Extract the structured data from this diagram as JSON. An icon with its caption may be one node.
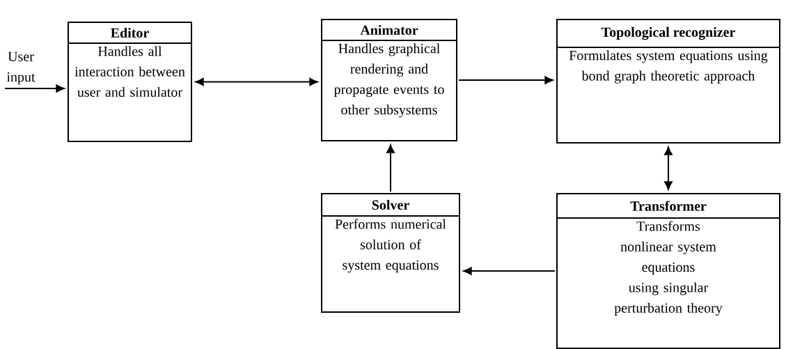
{
  "diagram": {
    "nodes": [
      {
        "text": [
          "Editor",
          "Handles all interaction between user and simulator"
        ]
      },
      {
        "text": [
          "Animator",
          "Handles graphical rendering and propagate events to other subsystems"
        ]
      },
      {
        "text": [
          "Topological recognizer",
          "Formulates system equations using bond graph theoretic approach"
        ]
      },
      {
        "text": [
          "Solver",
          "Performs numerical solution of system equations"
        ]
      },
      {
        "text": [
          "Transformer",
          "Transforms nonlinear system equations using singular perturbation theory"
        ]
      }
    ],
    "edges": [
      {
        "from": null,
        "to": 0,
        "arrow": "to",
        "label": "User input"
      },
      {
        "from": 0,
        "to": 1,
        "arrow": "both"
      },
      {
        "from": 1,
        "to": 2,
        "arrow": "to"
      },
      {
        "from": 2,
        "to": 4,
        "arrow": "both"
      },
      {
        "from": 3,
        "to": 1,
        "arrow": "to"
      },
      {
        "from": 4,
        "to": 3,
        "arrow": "to"
      }
    ]
  }
}
